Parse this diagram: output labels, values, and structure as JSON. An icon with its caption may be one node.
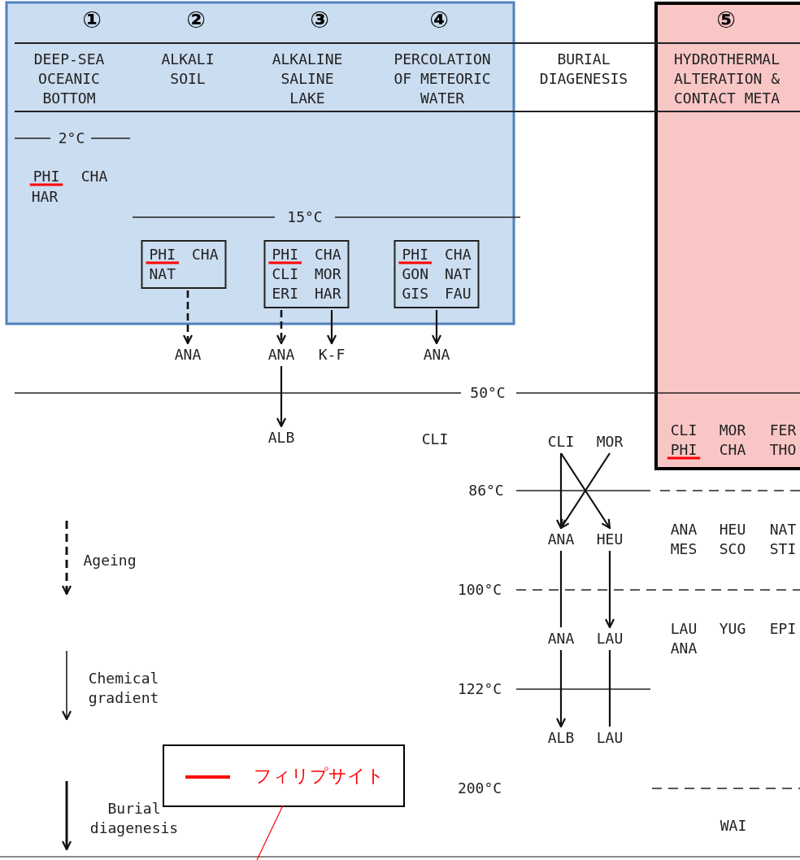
{
  "diagram": {
    "nodes": [
      {
        "text": [
          "PHI",
          "CHA",
          "NAT"
        ]
      },
      {
        "text": [
          "PHI",
          "CHA",
          "CLI",
          "MOR",
          "ERI",
          "HAR"
        ]
      },
      {
        "text": [
          "PHI",
          "CHA",
          "GON",
          "NAT",
          "GIS",
          "FAU"
        ]
      },
      {
        "text": [
          "ANA"
        ]
      },
      {
        "text": [
          "ANA"
        ]
      },
      {
        "text": [
          "K-F"
        ]
      },
      {
        "text": [
          "ANA"
        ]
      },
      {
        "text": [
          "ALB"
        ]
      },
      {
        "text": [
          "CLI"
        ]
      },
      {
        "text": [
          "MOR"
        ]
      },
      {
        "text": [
          "ANA"
        ]
      },
      {
        "text": [
          "HEU"
        ]
      },
      {
        "text": [
          "ANA"
        ]
      },
      {
        "text": [
          "LAU"
        ]
      },
      {
        "text": [
          "ALB"
        ]
      },
      {
        "text": [
          "LAU"
        ]
      }
    ],
    "edges": [
      {
        "from": 0,
        "to": 3,
        "arrow": "to",
        "style": "dashed"
      },
      {
        "from": 1,
        "to": 4,
        "arrow": "to",
        "style": "dashed"
      },
      {
        "from": 1,
        "to": 5,
        "arrow": "to"
      },
      {
        "from": 2,
        "to": 6,
        "arrow": "to"
      },
      {
        "from": 4,
        "to": 7,
        "arrow": "to"
      },
      {
        "from": 8,
        "to": 10,
        "arrow": "to"
      },
      {
        "from": 8,
        "to": 11,
        "arrow": "to"
      },
      {
        "from": 9,
        "to": 10,
        "arrow": "to"
      },
      {
        "from": 10,
        "to": 12,
        "arrow": "none"
      },
      {
        "from": 11,
        "to": 13,
        "arrow": "to"
      },
      {
        "from": 12,
        "to": 14,
        "arrow": "to"
      },
      {
        "from": 13,
        "to": 15,
        "arrow": "none"
      }
    ],
    "labels": [
      "①",
      "②",
      "③",
      "④",
      "⑤",
      "DEEP-SEA OCEANIC BOTTOM",
      "ALKALI SOIL",
      "ALKALINE SALINE LAKE",
      "PERCOLATION OF METEORIC WATER",
      "BURIAL DIAGENESIS",
      "HYDROTHERMAL ALTERATION & CONTACT META",
      "2°C",
      "PHI",
      "CHA",
      "HAR",
      "15°C",
      "50°C",
      "CLI",
      "CLI",
      "MOR",
      "FER",
      "PHI",
      "CHA",
      "THO",
      "86°C",
      "ANA",
      "HEU",
      "NAT",
      "MES",
      "SCO",
      "STI",
      "Ageing",
      "100°C",
      "LAU",
      "YUG",
      "EPI",
      "ANA",
      "Chemical gradient",
      "122°C",
      "200°C",
      "Burial diagenesis",
      "WAI"
    ],
    "legend": [
      {
        "text": "フィリプサイト",
        "color": "#ff0000"
      }
    ]
  }
}
